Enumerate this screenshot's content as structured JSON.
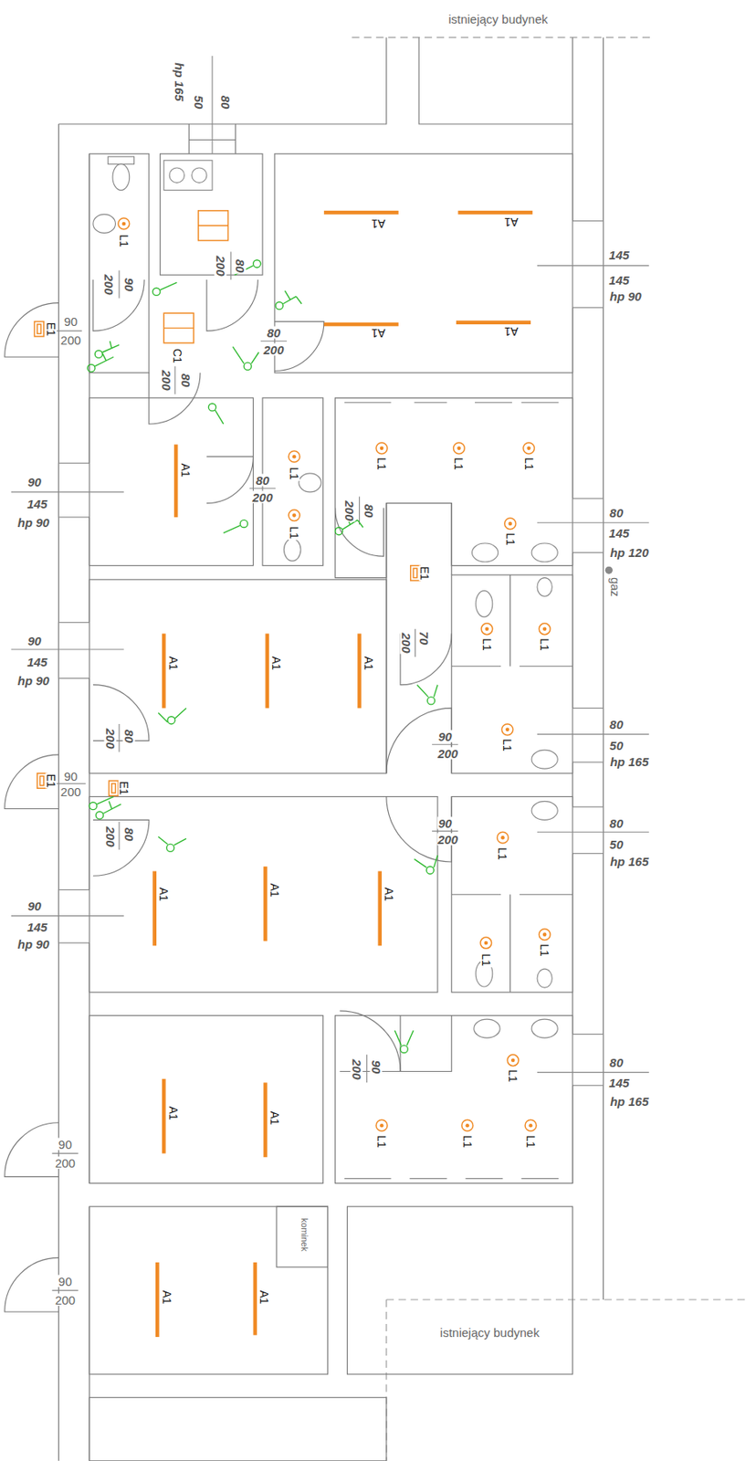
{
  "diagram": {
    "labels": [
      "istniejący budynek",
      "hp 165",
      "50",
      "80",
      "L1",
      "90",
      "200",
      "80",
      "200",
      "A1",
      "A1",
      "A1",
      "A1",
      "E1",
      "90",
      "200",
      "C1",
      "80",
      "200",
      "80",
      "200",
      "145",
      "145",
      "hp 90",
      "A1",
      "80",
      "200",
      "L1",
      "L1",
      "L1",
      "L1",
      "L1",
      "L1",
      "80",
      "200",
      "90",
      "145",
      "hp 90",
      "80",
      "145",
      "hp 120",
      "gaz",
      "E1",
      "70",
      "200",
      "L1",
      "L1",
      "90",
      "145",
      "hp 90",
      "A1",
      "A1",
      "A1",
      "80",
      "200",
      "90",
      "200",
      "L1",
      "80",
      "50",
      "hp 165",
      "E1",
      "90",
      "200",
      "E1",
      "80",
      "200",
      "90",
      "200",
      "L1",
      "80",
      "50",
      "hp 165",
      "A1",
      "A1",
      "A1",
      "90",
      "145",
      "hp 90",
      "L1",
      "L1",
      "90",
      "200",
      "L1",
      "80",
      "145",
      "hp 165",
      "A1",
      "A1",
      "L1",
      "L1",
      "L1",
      "90",
      "200",
      "kominek",
      "A1",
      "A1",
      "90",
      "200",
      "istniejący budynek"
    ]
  }
}
